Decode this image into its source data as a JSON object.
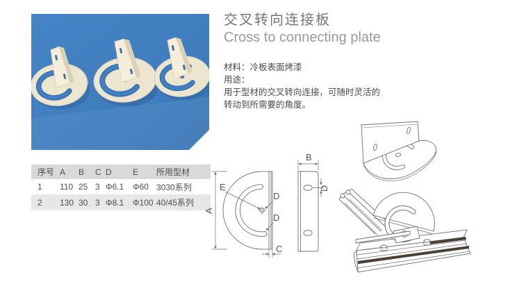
{
  "header": {
    "title_zh": "交叉转向连接板",
    "title_en": "Cross to connecting plate",
    "material_label": "材料：",
    "material_value": "冷板表面烤漆",
    "usage_label": "用途：",
    "usage_lines": [
      "用于型材的交叉转向连接，可随时灵活的",
      "转动到所需要的角度。"
    ]
  },
  "photo": {
    "background_blue": "#3f7cbe",
    "plate_cream": "#ece5cf"
  },
  "table": {
    "header_bg": "#d9d9d9",
    "stripe_bg": "#e7e7e7",
    "headers": [
      "序号",
      "A",
      "B",
      "C",
      "D",
      "E",
      "所用型材"
    ],
    "rows": [
      [
        "1",
        "110",
        "25",
        "3",
        "Φ6.1",
        "Φ60",
        "3030系列"
      ],
      [
        "2",
        "130",
        "30",
        "3",
        "Φ8.1",
        "Φ100",
        "40/45系列"
      ]
    ]
  },
  "drawings": {
    "line_color": "#6e6e6e",
    "front_view": {
      "dim_A": "A",
      "dim_C": "C",
      "label_E": "E",
      "label_D_hole": "D",
      "label_D_slot": "D"
    },
    "side_view": {
      "dim_B": "B",
      "dim_D": "D"
    }
  }
}
